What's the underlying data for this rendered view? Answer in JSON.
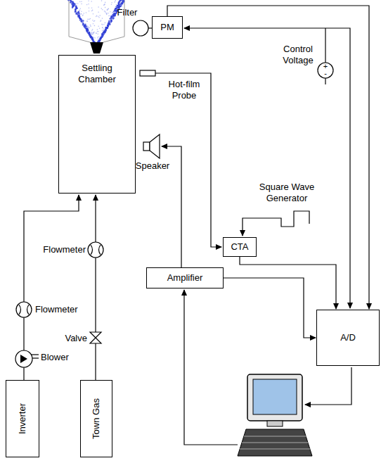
{
  "diagram": {
    "nodes": [
      {
        "text": [
          "Settling Chamber"
        ]
      },
      {
        "text": [
          "PM"
        ]
      },
      {
        "text": [
          "CTA"
        ]
      },
      {
        "text": [
          "A/D"
        ]
      },
      {
        "text": [
          "Amplifier"
        ]
      },
      {
        "text": [
          "Inverter"
        ]
      },
      {
        "text": [
          "Town Gas"
        ]
      }
    ],
    "edges": [
      {
        "from": 1,
        "to": 3,
        "arrow": "to"
      },
      {
        "from": 2,
        "to": 3,
        "arrow": "to"
      },
      {
        "from": 4,
        "to": 3,
        "arrow": "to"
      }
    ],
    "labels": [
      "Filter",
      "Control Voltage",
      "+",
      "-",
      "Hot-film Probe",
      "Square Wave Generator",
      "Speaker",
      "Flowmeter",
      "Flowmeter",
      "Valve",
      "Blower"
    ]
  }
}
